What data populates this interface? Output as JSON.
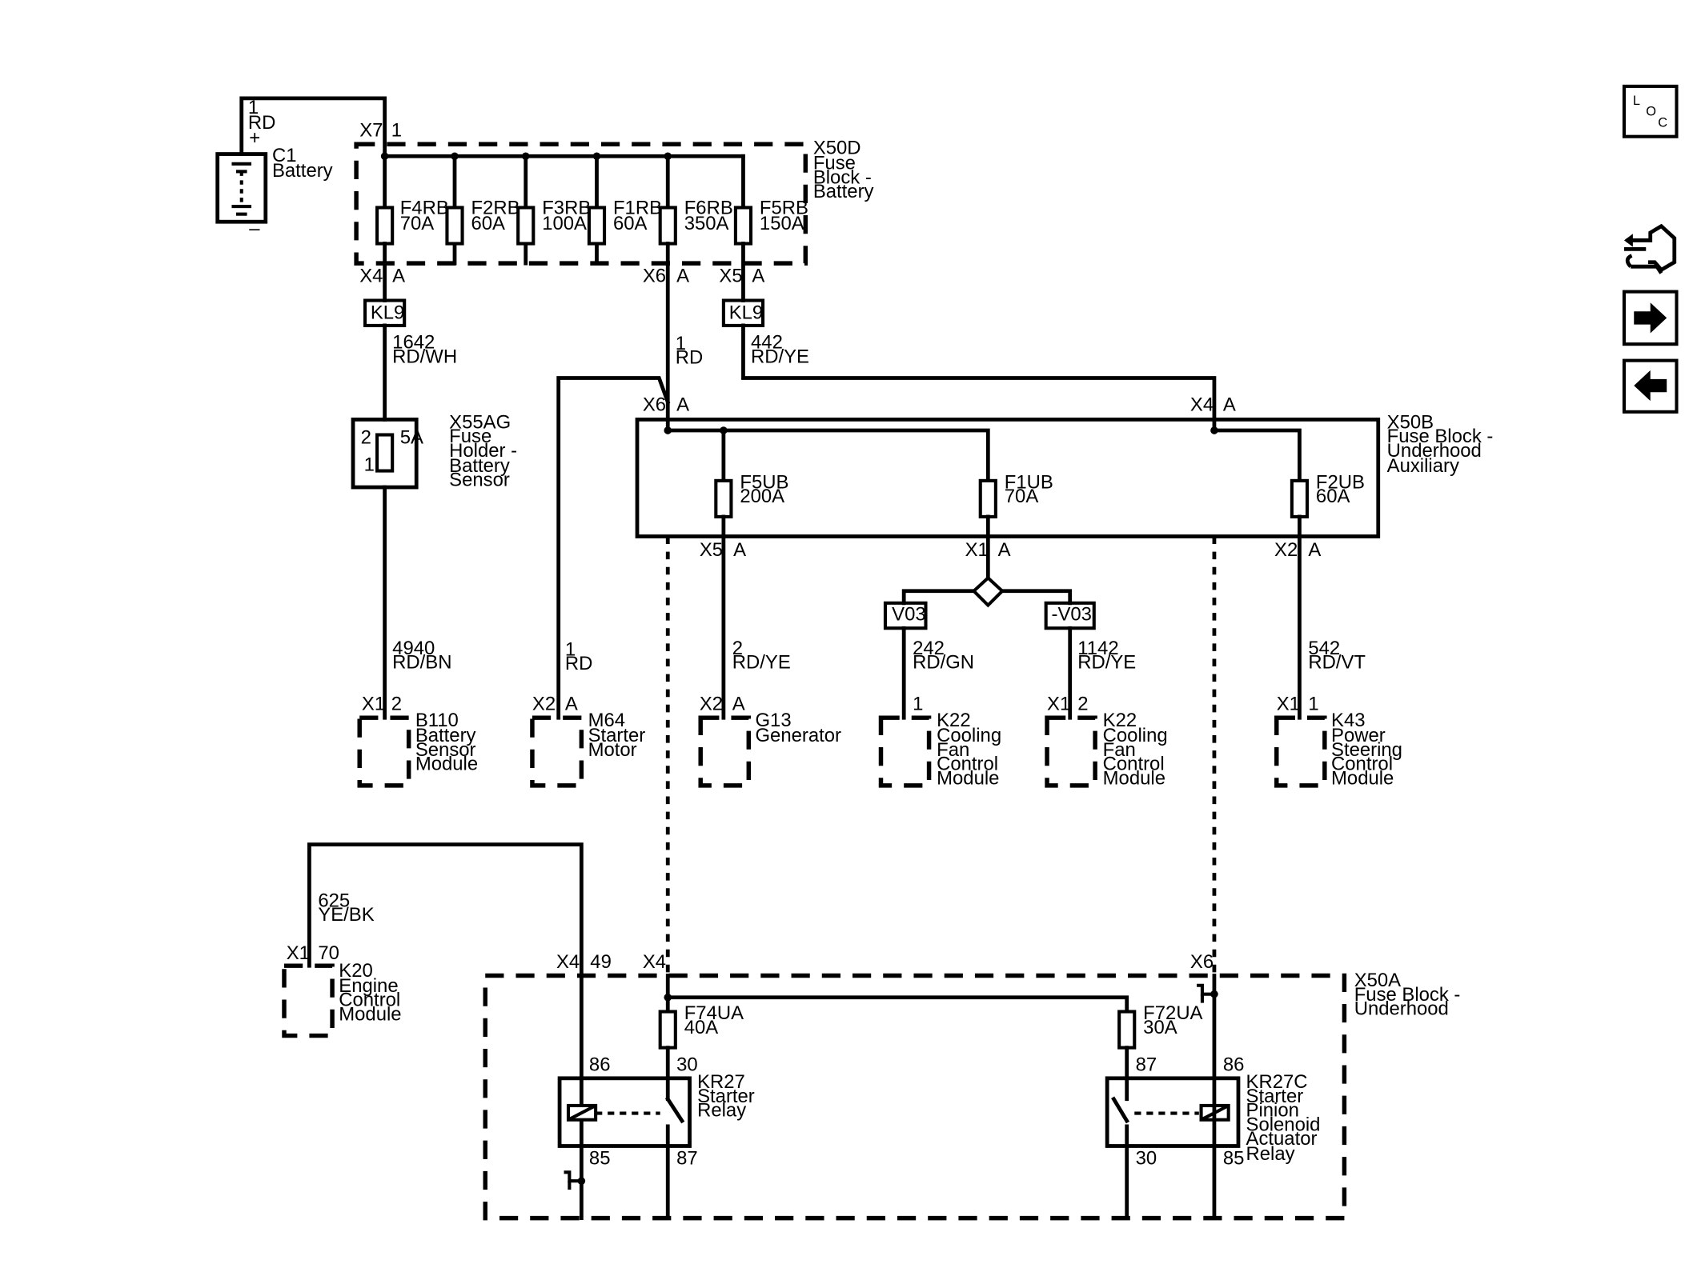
{
  "battery": {
    "circuit": "1",
    "color": "RD",
    "plus": "+",
    "minus": "–",
    "ref": "C1",
    "name": "Battery"
  },
  "x50d": {
    "ref": "X50D",
    "name": [
      "Fuse",
      "Block -",
      "Battery"
    ],
    "conn_top": "X7",
    "conn_top_pin": "1",
    "fuses": [
      {
        "id": "F4RB",
        "rating": "70A"
      },
      {
        "id": "F2RB",
        "rating": "60A"
      },
      {
        "id": "F3RB",
        "rating": "100A"
      },
      {
        "id": "F1RB",
        "rating": "60A"
      },
      {
        "id": "F6RB",
        "rating": "350A"
      },
      {
        "id": "F5RB",
        "rating": "150A"
      }
    ],
    "outputs": [
      {
        "conn": "X4",
        "pin": "A"
      },
      {
        "conn": "X6",
        "pin": "A"
      },
      {
        "conn": "X5",
        "pin": "A"
      }
    ]
  },
  "kl9_left": "KL9",
  "kl9_right": "KL9",
  "wires": {
    "w1642": {
      "circuit": "1642",
      "color": "RD/WH"
    },
    "w1": {
      "circuit": "1",
      "color": "RD"
    },
    "w442": {
      "circuit": "442",
      "color": "RD/YE"
    },
    "w4940": {
      "circuit": "4940",
      "color": "RD/BN"
    },
    "w1b": {
      "circuit": "1",
      "color": "RD"
    },
    "w2": {
      "circuit": "2",
      "color": "RD/YE"
    },
    "w242": {
      "circuit": "242",
      "color": "RD/GN"
    },
    "w1142": {
      "circuit": "1142",
      "color": "RD/YE"
    },
    "w542": {
      "circuit": "542",
      "color": "RD/VT"
    },
    "w625": {
      "circuit": "625",
      "color": "YE/BK"
    }
  },
  "x55ag": {
    "ref": "X55AG",
    "name": [
      "Fuse",
      "Holder -",
      "Battery",
      "Sensor"
    ],
    "pin_top": "2",
    "pin_bottom": "1",
    "rating": "5A"
  },
  "x50b": {
    "ref": "X50B",
    "name": [
      "Fuse Block -",
      "Underhood",
      "Auxiliary"
    ],
    "in_left": {
      "conn": "X6",
      "pin": "A"
    },
    "in_right": {
      "conn": "X4",
      "pin": "A"
    },
    "fuses": [
      {
        "id": "F5UB",
        "rating": "200A"
      },
      {
        "id": "F1UB",
        "rating": "70A"
      },
      {
        "id": "F2UB",
        "rating": "60A"
      }
    ],
    "outputs": [
      {
        "conn": "X5",
        "pin": "A"
      },
      {
        "conn": "X1",
        "pin": "A"
      },
      {
        "conn": "X2",
        "pin": "A"
      }
    ]
  },
  "options": {
    "v03": "V03",
    "not_v03": "-V03"
  },
  "components": [
    {
      "conn": "X1",
      "pin": "2",
      "ref": "B110",
      "name": [
        "Battery",
        "Sensor",
        "Module"
      ]
    },
    {
      "conn": "X2",
      "pin": "A",
      "ref": "M64",
      "name": [
        "Starter",
        "Motor"
      ]
    },
    {
      "conn": "X2",
      "pin": "A",
      "ref": "G13",
      "name": [
        "Generator"
      ]
    },
    {
      "conn": "",
      "pin": "1",
      "ref": "K22",
      "name": [
        "Cooling",
        "Fan",
        "Control",
        "Module"
      ]
    },
    {
      "conn": "X1",
      "pin": "2",
      "ref": "K22",
      "name": [
        "Cooling",
        "Fan",
        "Control",
        "Module"
      ]
    },
    {
      "conn": "X1",
      "pin": "1",
      "ref": "K43",
      "name": [
        "Power",
        "Steering",
        "Control",
        "Module"
      ]
    }
  ],
  "k20": {
    "conn": "X1",
    "pin": "70",
    "ref": "K20",
    "name": [
      "Engine",
      "Control",
      "Module"
    ]
  },
  "x50a": {
    "ref": "X50A",
    "name": [
      "Fuse Block -",
      "Underhood"
    ],
    "conn_49": {
      "conn": "X4",
      "pin": "49"
    },
    "conn_x4": "X4",
    "conn_x6": "X6",
    "fuse_left": {
      "id": "F74UA",
      "rating": "40A"
    },
    "fuse_right": {
      "id": "F72UA",
      "rating": "30A"
    },
    "relay_left": {
      "ref": "KR27",
      "name": [
        "Starter",
        "Relay"
      ],
      "p86": "86",
      "p30": "30",
      "p85": "85",
      "p87": "87"
    },
    "relay_right": {
      "ref": "KR27C",
      "name": [
        "Starter",
        "Pinion",
        "Solenoid",
        "Actuator",
        "Relay"
      ],
      "p87": "87",
      "p86": "86",
      "p30": "30",
      "p85": "85"
    }
  },
  "nav": {
    "loc_l": "L",
    "loc_o": "O",
    "loc_c": "C"
  },
  "icons": {
    "loc": "loc-icon",
    "connector": "connector-tool-icon",
    "next": "arrow-right-icon",
    "prev": "arrow-left-icon"
  }
}
